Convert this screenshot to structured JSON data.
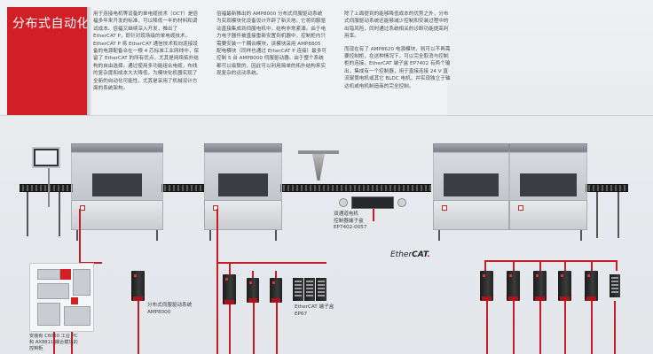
{
  "header": {
    "title": "分布式自动化",
    "accent_color": "#d21f26",
    "col1": "用于连接电机等设备的单电缆技术（OCT）是倍福多年来开发的标准，可以降低一半的材料和调试成本。倍福又继续深入开发，推出了 EtherCAT P，即针对现场级的单电缆技术。EtherCAT P 将 EtherCAT 通信技术和向连接设备的电源配备合在一根 4 芯标准工业网线中，保留了 EtherCAT 的所有优点，尤其是网络拓扑结构的自由选择。通过使用多功能组合电缆，布线的复杂度和成本大大降低，为模块化机器实现了全新的自动化可能性，尤其是采用了机械设计方面的系统架构。",
    "col2": "倍福最新推出的 AMP8000 分布式伺服驱动系统为实现模块化设备设计开辟了新天地。它将伺服驱动直接集成到伺服电机中，结构非常紧凑。由于电力电子器件被直接重新安置到机器中，控制柜内只需要安装一个耦合模块，该模块采用 AMP8805 配电模块（同样也通过 EtherCAT P 连接）最多可控制 5 台 AMP8000 伺服驱动器。由于整个系统都可以级联的，因此可以利用简单的拓扑结构来实现复杂的运动系统。",
    "col3a": "除了上面提到的能够降低成本的优势之外，分布式伺服驱动系统还能够减少控制和安装过程中的出错风险，同时通过系统相关的诊断功能提高利用率。",
    "col3b": "而现在有了 AMP8620 电源模块，则可以不再需要控制柜，在这种情况下，可以完全取消与控制柜的连接。EtherCAT 端子盒 EP7402 有两个输出，集成有一个控制器，用于直接连接 24 V 直流辊筒电机或其它 BLDC 电机，并实现独立于轴达机或电机制造商的完全控制。"
  },
  "labels": {
    "ctrl_box": [
      "双通道电机",
      "控制器端子盒",
      "EP7402-0057"
    ],
    "amp": [
      "分布式伺服驱动系统",
      "AMP8000"
    ],
    "ep_box": [
      "EtherCAT 端子盒",
      "EP67"
    ],
    "pc": [
      "安装有 C6030 工业 PC",
      "和 AX8811 耦合模块的",
      "控制柜"
    ]
  },
  "ethercat": {
    "ether": "Ether",
    "cat": "CAT",
    "tm": "."
  }
}
